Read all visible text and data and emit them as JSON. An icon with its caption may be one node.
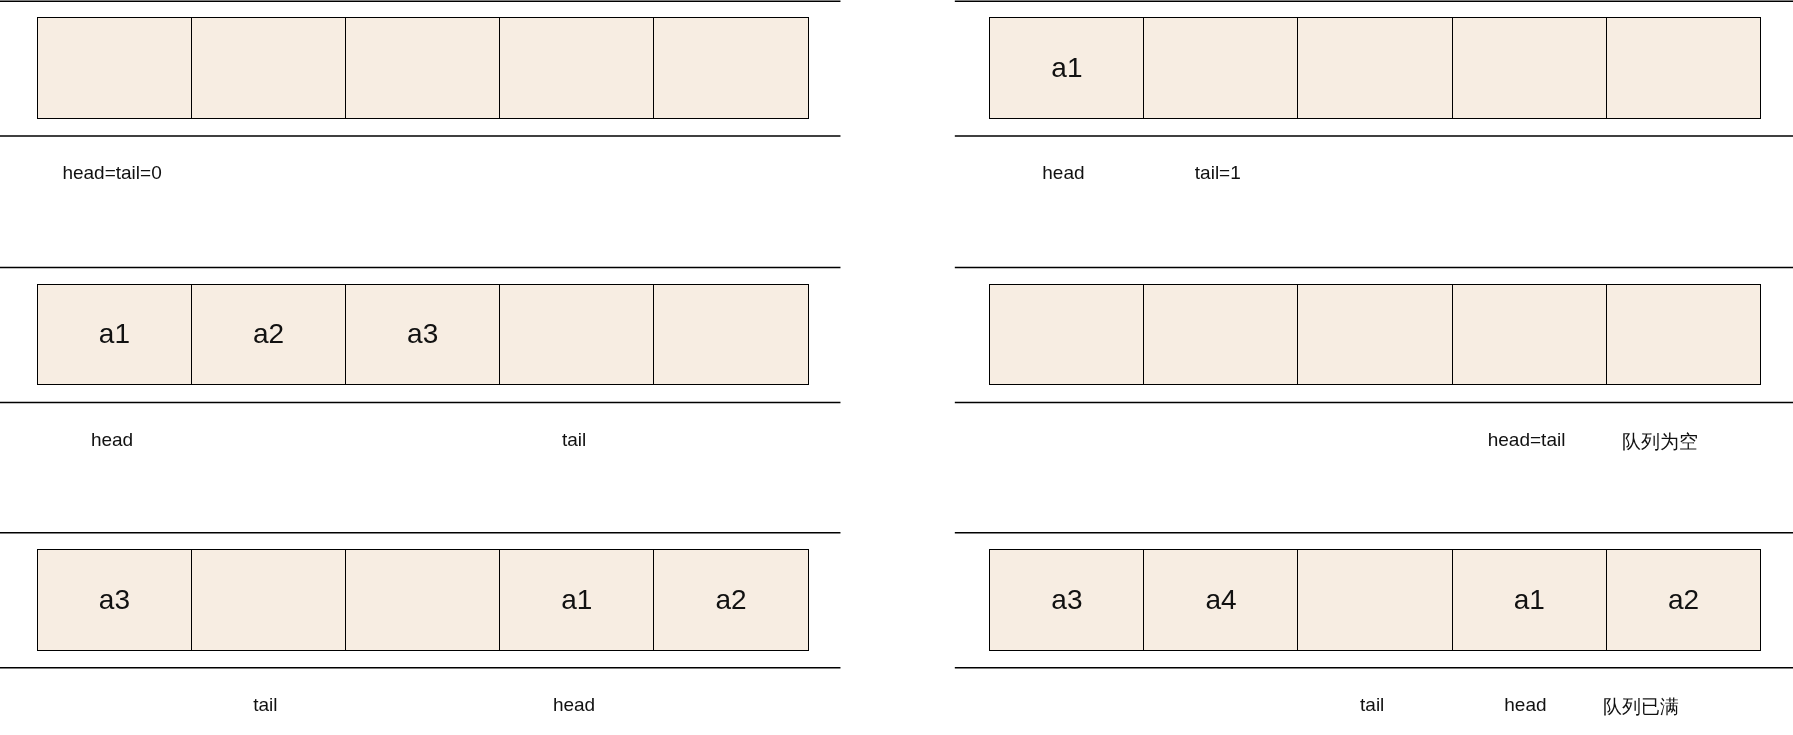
{
  "diagram": {
    "nodes": [
      {
        "text": [],
        "shape": "box"
      },
      {
        "text": [],
        "shape": "box"
      },
      {
        "text": [],
        "shape": "box"
      },
      {
        "text": [],
        "shape": "box"
      },
      {
        "text": [],
        "shape": "box"
      },
      {
        "text": [
          "a1"
        ]
      },
      {
        "text": [],
        "shape": "box"
      },
      {
        "text": [],
        "shape": "box"
      },
      {
        "text": [],
        "shape": "box"
      },
      {
        "text": [],
        "shape": "box"
      },
      {
        "text": [
          "a1"
        ]
      },
      {
        "text": [
          "a2"
        ]
      },
      {
        "text": [
          "a3"
        ]
      },
      {
        "text": [],
        "shape": "box"
      },
      {
        "text": [],
        "shape": "box"
      },
      {
        "text": [],
        "shape": "box"
      },
      {
        "text": [],
        "shape": "box"
      },
      {
        "text": [],
        "shape": "box"
      },
      {
        "text": [],
        "shape": "box"
      },
      {
        "text": [],
        "shape": "box"
      },
      {
        "text": [
          "a3"
        ]
      },
      {
        "text": [],
        "shape": "box"
      },
      {
        "text": [],
        "shape": "box"
      },
      {
        "text": [
          "a1"
        ]
      },
      {
        "text": [
          "a2"
        ]
      },
      {
        "text": [
          "a3"
        ]
      },
      {
        "text": [
          "a4"
        ]
      },
      {
        "text": [],
        "shape": "box"
      },
      {
        "text": [
          "a1"
        ]
      },
      {
        "text": [
          "a2"
        ]
      }
    ],
    "labels": [
      "head=tail=0",
      "head",
      "tail=1",
      "head",
      "tail",
      "head=tail",
      "队列为空",
      "tail",
      "head",
      "tail",
      "head",
      "队列已满"
    ]
  }
}
